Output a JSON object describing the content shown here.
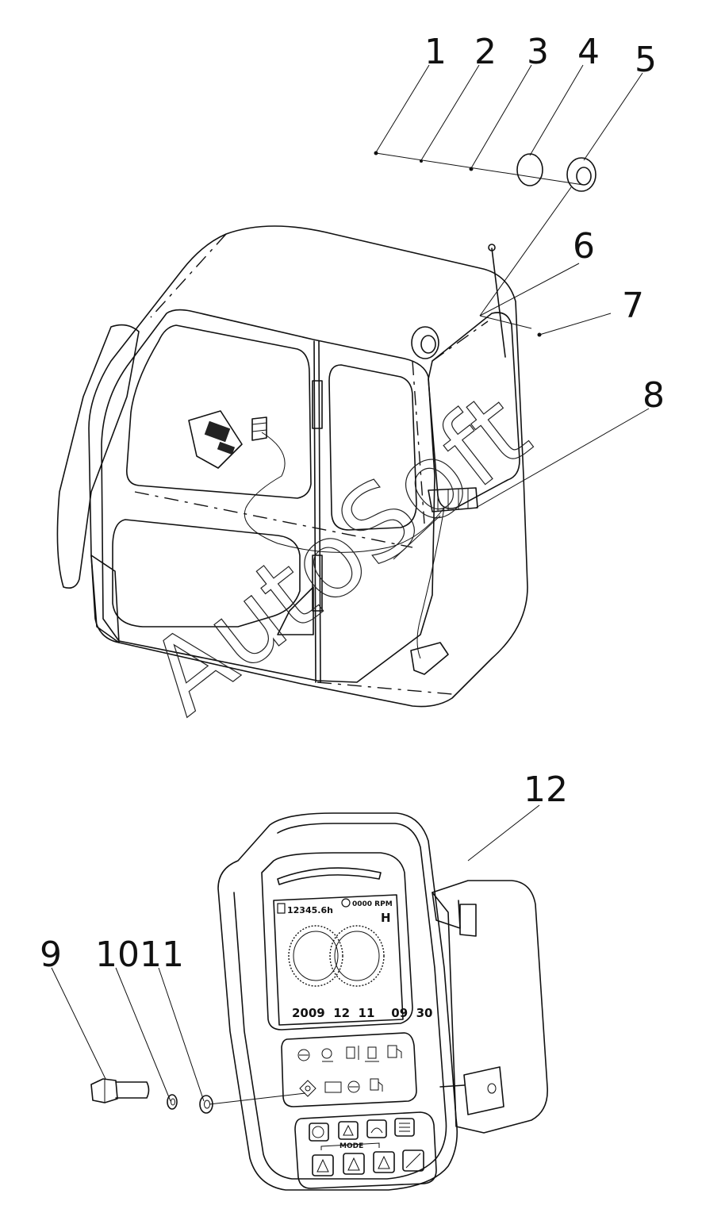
{
  "callouts": [
    {
      "id": 1,
      "label": "1"
    },
    {
      "id": 2,
      "label": "2"
    },
    {
      "id": 3,
      "label": "3"
    },
    {
      "id": 4,
      "label": "4"
    },
    {
      "id": 5,
      "label": "5"
    },
    {
      "id": 6,
      "label": "6"
    },
    {
      "id": 7,
      "label": "7"
    },
    {
      "id": 8,
      "label": "8"
    },
    {
      "id": 9,
      "label": "9"
    },
    {
      "id": 10,
      "label": "10"
    },
    {
      "id": 11,
      "label": "11"
    },
    {
      "id": 12,
      "label": "12"
    }
  ],
  "monitor": {
    "hour_meter": "12345.6h",
    "rpm": "0000 RPM",
    "mode_indicator": "H",
    "date_time": "2009  12  11    09  30",
    "mode_label": "MODE"
  },
  "watermark": "AutoSoft"
}
